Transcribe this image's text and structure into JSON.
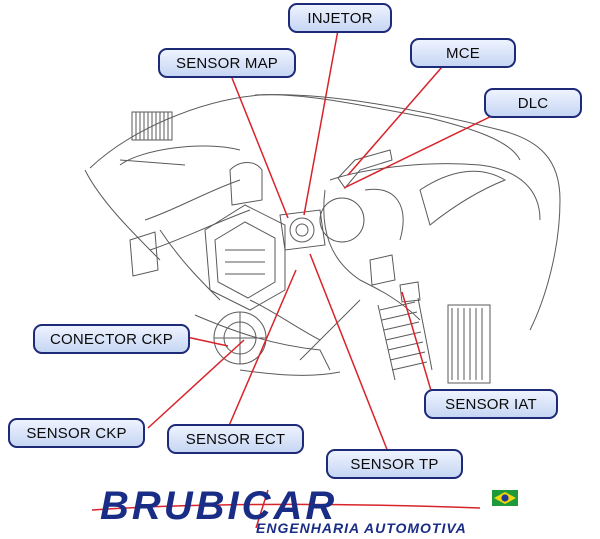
{
  "labels": {
    "injetor": "INJETOR",
    "sensor_map": "SENSOR MAP",
    "mce": "MCE",
    "dlc": "DLC",
    "conector_ckp": "CONECTOR CKP",
    "sensor_iat": "SENSOR IAT",
    "sensor_ckp": "SENSOR CKP",
    "sensor_ect": "SENSOR ECT",
    "sensor_tp": "SENSOR TP"
  },
  "logo": {
    "name": "BRUBICAR",
    "tagline": "ENGENHARIA AUTOMOTIVA"
  },
  "colors": {
    "leader_line": "#d8232a",
    "label_border": "#1d2a78",
    "logo_blue": "#1a2d86",
    "drawing_line": "#555555"
  }
}
